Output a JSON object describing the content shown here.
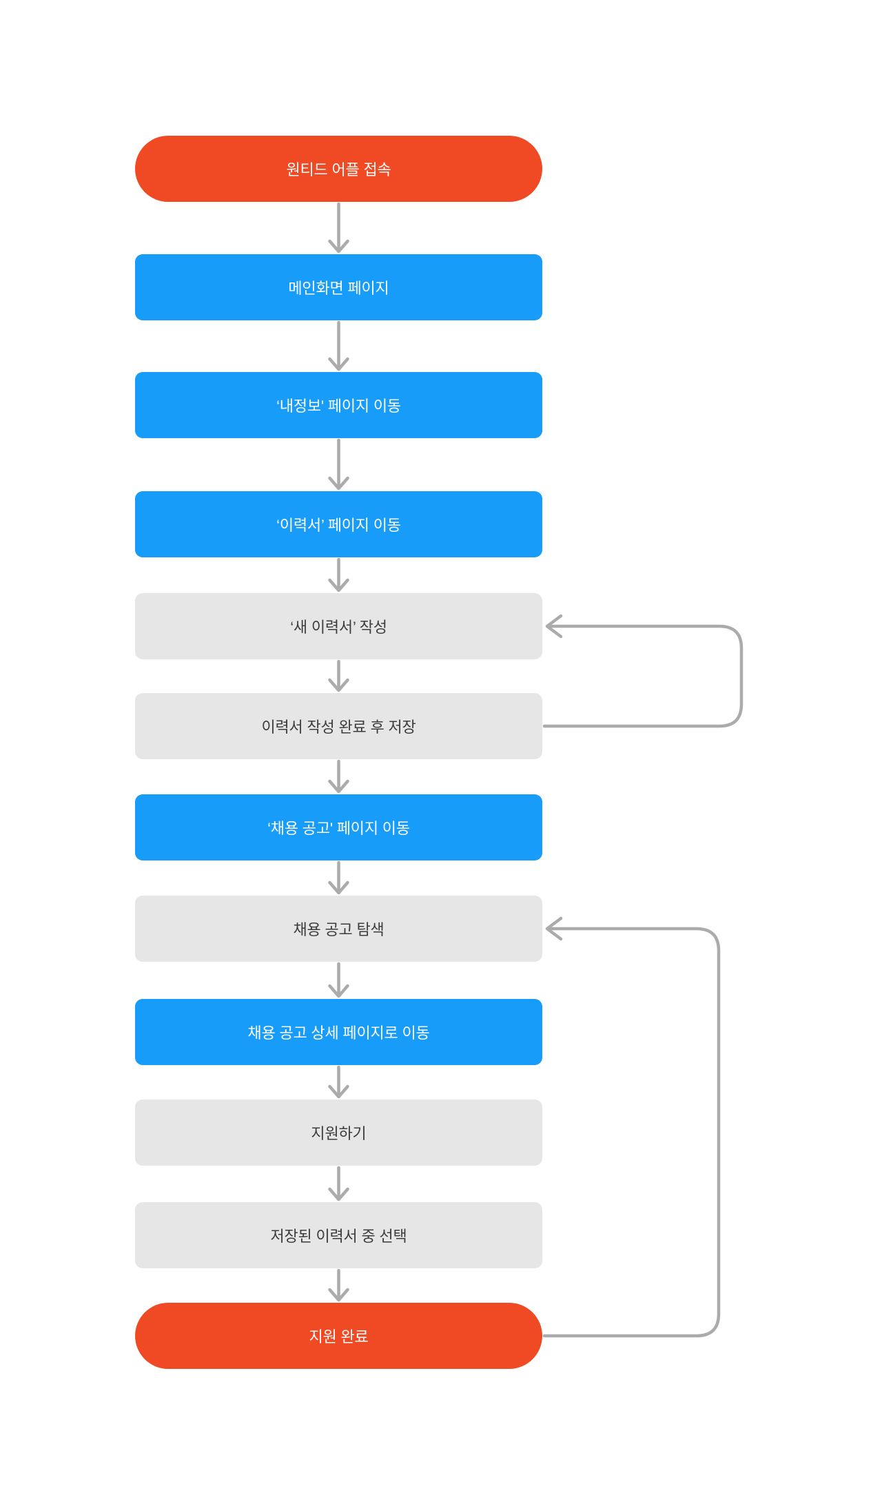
{
  "page": {
    "background": "#FFFFFF"
  },
  "flowchart": {
    "colors": {
      "terminal": "#EF4A23",
      "action": "#189CFA",
      "step": "#E6E6E6",
      "terminal_text": "#FFFFFF",
      "action_text": "#FFFFFF",
      "step_text": "#3C3C3C",
      "connector": "#ABABAB"
    },
    "nodes": [
      {
        "label": "원티드 어플 접속",
        "style": "terminal"
      },
      {
        "label": "메인화면 페이지",
        "style": "action"
      },
      {
        "label": "‘내정보' 페이지 이동",
        "style": "action"
      },
      {
        "label": "‘이력서’ 페이지 이동",
        "style": "action"
      },
      {
        "label": "‘새 이력서’ 작성",
        "style": "step"
      },
      {
        "label": "이력서 작성 완료 후 저장",
        "style": "step"
      },
      {
        "label": "‘채용 공고' 페이지 이동",
        "style": "action"
      },
      {
        "label": "채용 공고 탐색",
        "style": "step"
      },
      {
        "label": "채용 공고 상세 페이지로 이동",
        "style": "action"
      },
      {
        "label": "지원하기",
        "style": "step"
      },
      {
        "label": "저장된 이력서 중 선택",
        "style": "step"
      },
      {
        "label": "지원 완료",
        "style": "terminal"
      }
    ],
    "loops": [
      {
        "from": "이력서 작성 완료 후 저장",
        "to": "‘새 이력서’ 작성"
      },
      {
        "from": "지원 완료",
        "to": "채용 공고 탐색"
      }
    ]
  }
}
